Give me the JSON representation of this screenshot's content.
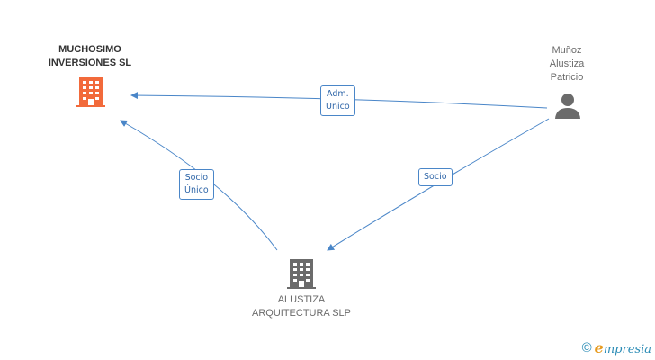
{
  "nodes": {
    "company_main": {
      "label": "MUCHOSIMO\nINVERSIONES SL",
      "color": "#f26a3b"
    },
    "person": {
      "label": "Muñoz\nAlustiza\nPatricio",
      "color": "#6b6b6b"
    },
    "company_second": {
      "label": "ALUSTIZA\nARQUITECTURA SLP",
      "color": "#6b6b6b"
    }
  },
  "edges": {
    "adm_unico": {
      "label": "Adm.\nUnico"
    },
    "socio_unico": {
      "label": "Socio\nÚnico"
    },
    "socio": {
      "label": "Socio"
    }
  },
  "footer": {
    "copyright": "©",
    "brand_initial": "e",
    "brand_rest": "mpresia"
  },
  "colors": {
    "edge": "#4a86c8",
    "company_accent": "#f26a3b",
    "neutral": "#6b6b6b"
  }
}
